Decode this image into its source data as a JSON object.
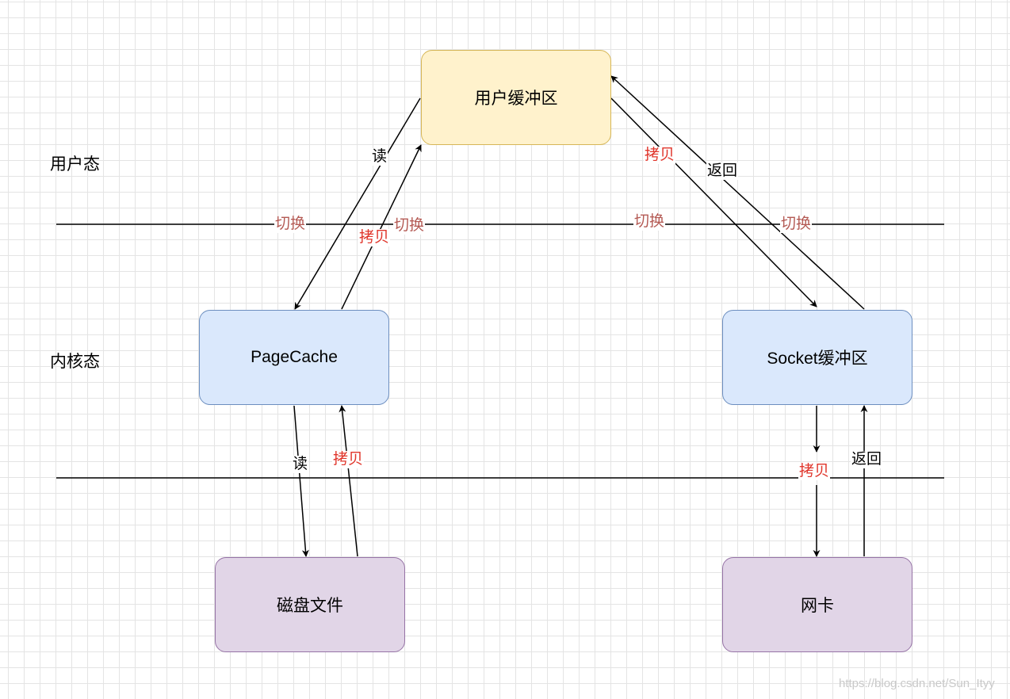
{
  "zones": {
    "user_mode": "用户态",
    "kernel_mode": "内核态"
  },
  "nodes": {
    "user_buffer": "用户缓冲区",
    "page_cache": "PageCache",
    "socket_buffer": "Socket缓冲区",
    "disk_file": "磁盘文件",
    "nic": "网卡"
  },
  "edges": {
    "pc_to_user_copy": "拷贝",
    "user_to_pc_read": "读",
    "user_to_socket_copy": "拷贝",
    "socket_to_user_return": "返回",
    "pc_to_disk_read": "读",
    "disk_to_pc_copy": "拷贝",
    "socket_to_nic_copy": "拷贝",
    "nic_to_socket_return": "返回"
  },
  "switches": {
    "s1": "切换",
    "s2": "切换",
    "s3": "切换",
    "s4": "切换"
  },
  "colors": {
    "user_fill": "#fff2cc",
    "user_stroke": "#d6b656",
    "kernel_fill": "#dae8fc",
    "kernel_stroke": "#6c8ebf",
    "hw_fill": "#e1d5e7",
    "hw_stroke": "#9673a6",
    "copy_label": "#e0352b",
    "switch_label": "#b45a54"
  },
  "watermark": "https://blog.csdn.net/Sun_Ityy"
}
